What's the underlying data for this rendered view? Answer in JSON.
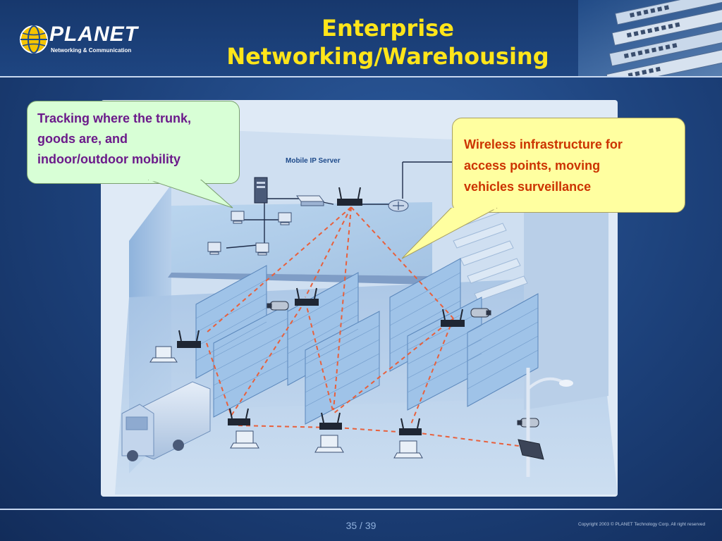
{
  "header": {
    "logo_text": "PLANET",
    "logo_subtitle": "Networking & Communication",
    "title_line1": "Enterprise",
    "title_line2": "Networking/Warehousing"
  },
  "diagram": {
    "server_label": "Mobile IP Server"
  },
  "callouts": {
    "left": {
      "line1": "Tracking where the trunk,",
      "line2": "goods are, and",
      "line3": "indoor/outdoor mobility"
    },
    "right": {
      "line1": "Wireless infrastructure for",
      "line2": "access points, moving",
      "line3": "vehicles surveillance"
    }
  },
  "footer": {
    "page": "35 / 39",
    "copyright": "Copyright 2003 © PLANET Technology Corp. All right reserved"
  },
  "colors": {
    "title": "#ffe51a",
    "left_callout_text": "#6b1a8a",
    "right_callout_text": "#cc3300",
    "wireless_link": "#e8603c"
  }
}
